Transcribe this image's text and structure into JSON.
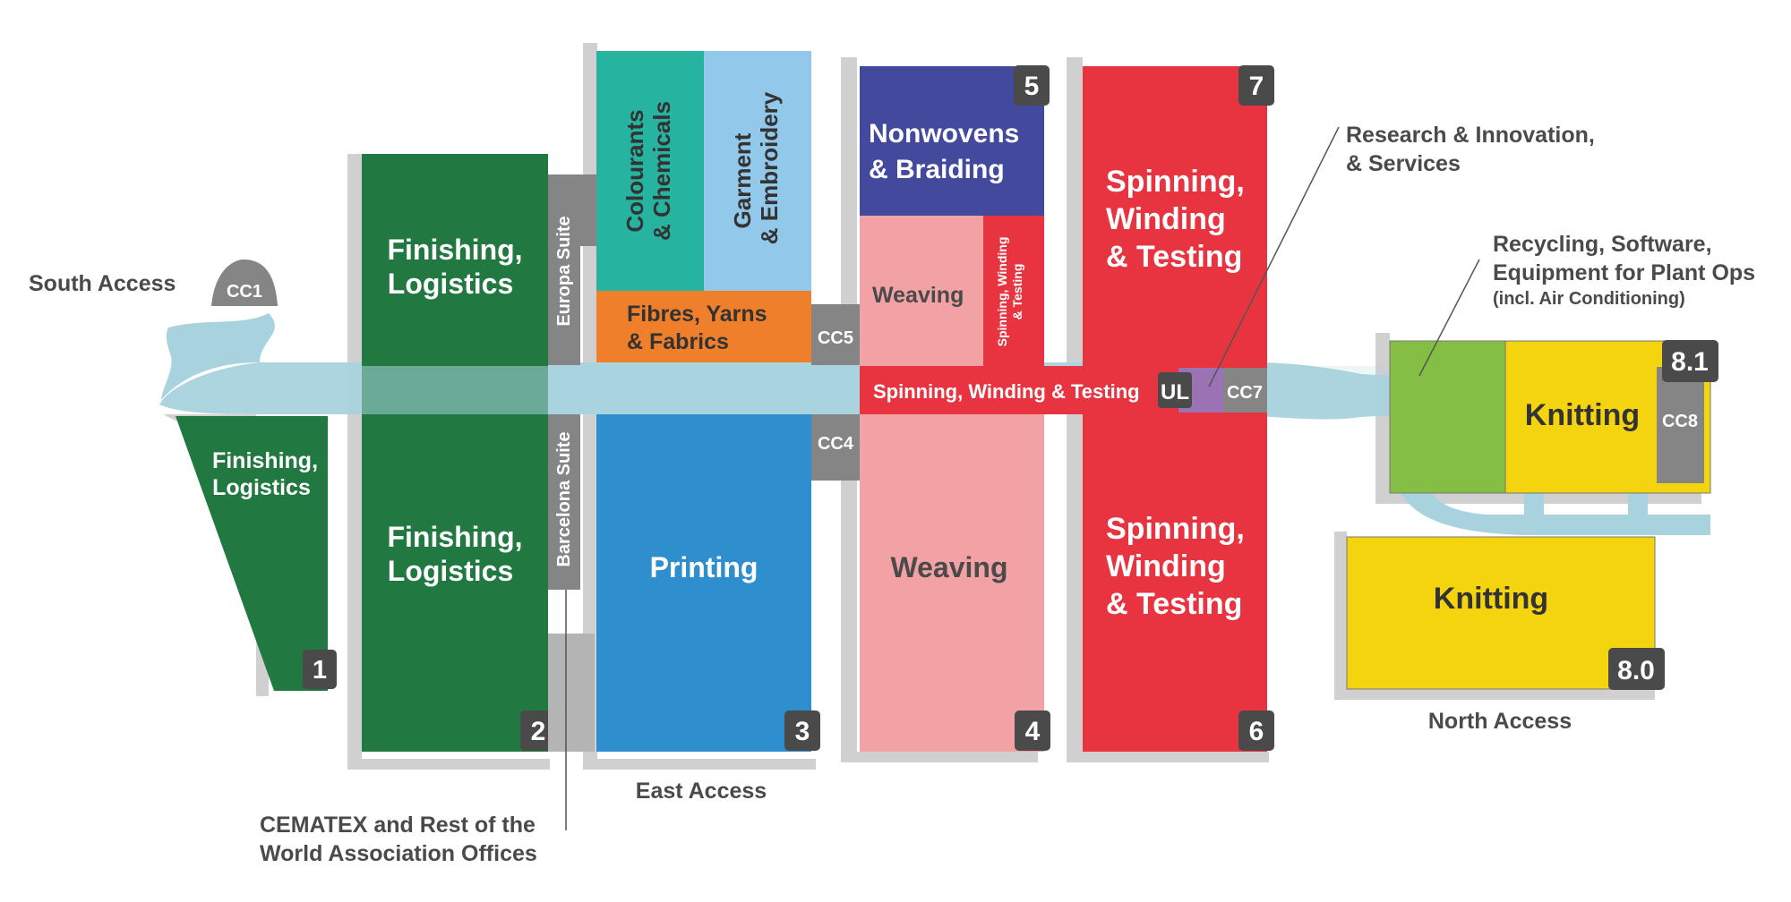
{
  "colors": {
    "dark_green": "#227841",
    "teal": "#26b4a0",
    "light_blue": "#92c8ea",
    "orange": "#ef7f2a",
    "blue": "#2f8fce",
    "indigo": "#434a9e",
    "pink": "#f2a2a5",
    "red": "#e83440",
    "lime": "#84be44",
    "yellow": "#f4d30f",
    "purple": "#9b72b4",
    "grey": "#858585",
    "dark": "#4a4a4a",
    "walkway": "#a8d3de",
    "shadow": "#d0d0d0"
  },
  "access_labels": {
    "south": "South Access",
    "east": "East Access",
    "north": "North Access"
  },
  "callouts": {
    "research_line1": "Research & Innovation,",
    "research_line2": "& Services",
    "recycling_line1": "Recycling, Software,",
    "recycling_line2": "Equipment for Plant Ops",
    "recycling_line3": "(incl. Air Conditioning)",
    "cematex_line1": "CEMATEX and Rest of the",
    "cematex_line2": "World Association Offices"
  },
  "halls": {
    "h1": {
      "number": "1",
      "line1": "Finishing,",
      "line2": "Logistics"
    },
    "h2": {
      "number": "2",
      "top_line1": "Finishing,",
      "top_line2": "Logistics",
      "bottom_line1": "Finishing,",
      "bottom_line2": "Logistics"
    },
    "h3": {
      "number": "3",
      "colourants_line1": "Colourants",
      "colourants_line2": "& Chemicals",
      "garment_line1": "Garment",
      "garment_line2": "& Embroidery",
      "fibres_line1": "Fibres, Yarns",
      "fibres_line2": "& Fabrics",
      "printing": "Printing"
    },
    "h4": {
      "number": "4",
      "weaving": "Weaving"
    },
    "h5": {
      "number": "5",
      "nonwovens_line1": "Nonwovens",
      "nonwovens_line2": "& Braiding",
      "weaving": "Weaving",
      "swt_line1": "Spinning, Winding",
      "swt_line2": "& Testing"
    },
    "h6": {
      "number": "6",
      "line1": "Spinning,",
      "line2": "Winding",
      "line3": "& Testing"
    },
    "h7": {
      "number": "7",
      "line1": "Spinning,",
      "line2": "Winding",
      "line3": "& Testing"
    },
    "h8_0": {
      "number": "8.0",
      "label": "Knitting"
    },
    "h8_1": {
      "number": "8.1",
      "label": "Knitting"
    }
  },
  "corridor": {
    "label": "Spinning, Winding & Testing",
    "ul": "UL"
  },
  "suites": {
    "europa": "Europa Suite",
    "barcelona": "Barcelona Suite"
  },
  "conference_centres": {
    "cc1": "CC1",
    "cc4": "CC4",
    "cc5": "CC5",
    "cc7": "CC7",
    "cc8": "CC8"
  }
}
